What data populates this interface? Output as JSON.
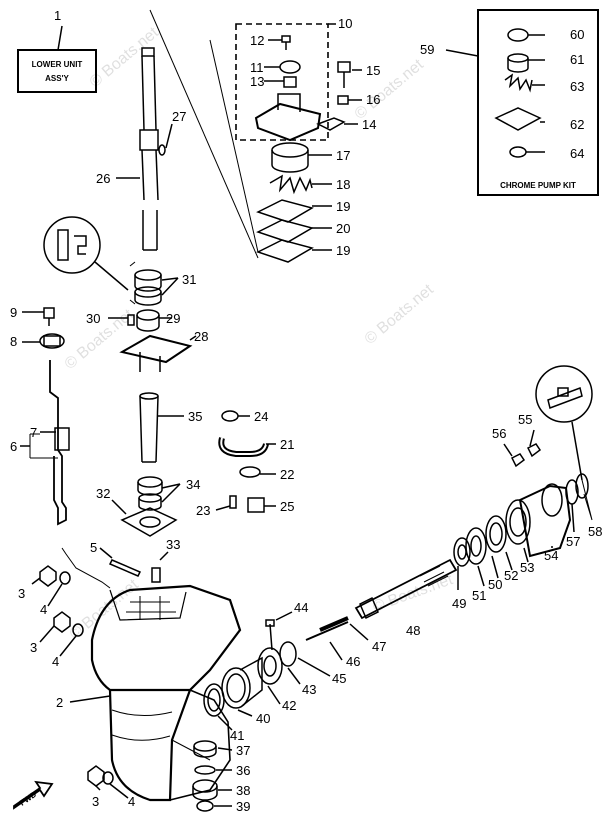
{
  "diagram": {
    "box_lower_unit": "LOWER UNIT\nASS'Y",
    "box_kit_label": "CHROME PUMP KIT",
    "fwd_label": "FWD",
    "watermark": "© Boats.net",
    "part_numbers": [
      "1",
      "2",
      "3",
      "3",
      "3",
      "4",
      "4",
      "4",
      "5",
      "6",
      "7",
      "8",
      "9",
      "10",
      "11",
      "12",
      "13",
      "14",
      "15",
      "16",
      "17",
      "18",
      "19",
      "19",
      "20",
      "21",
      "22",
      "23",
      "24",
      "25",
      "26",
      "27",
      "28",
      "29",
      "30",
      "31",
      "32",
      "33",
      "34",
      "35",
      "36",
      "37",
      "38",
      "39",
      "40",
      "41",
      "42",
      "43",
      "44",
      "45",
      "46",
      "47",
      "48",
      "49",
      "50",
      "51",
      "52",
      "53",
      "54",
      "55",
      "56",
      "57",
      "58",
      "59",
      "60",
      "61",
      "62",
      "63",
      "64"
    ]
  },
  "colors": {
    "ink": "#000000",
    "paper": "#ffffff"
  }
}
